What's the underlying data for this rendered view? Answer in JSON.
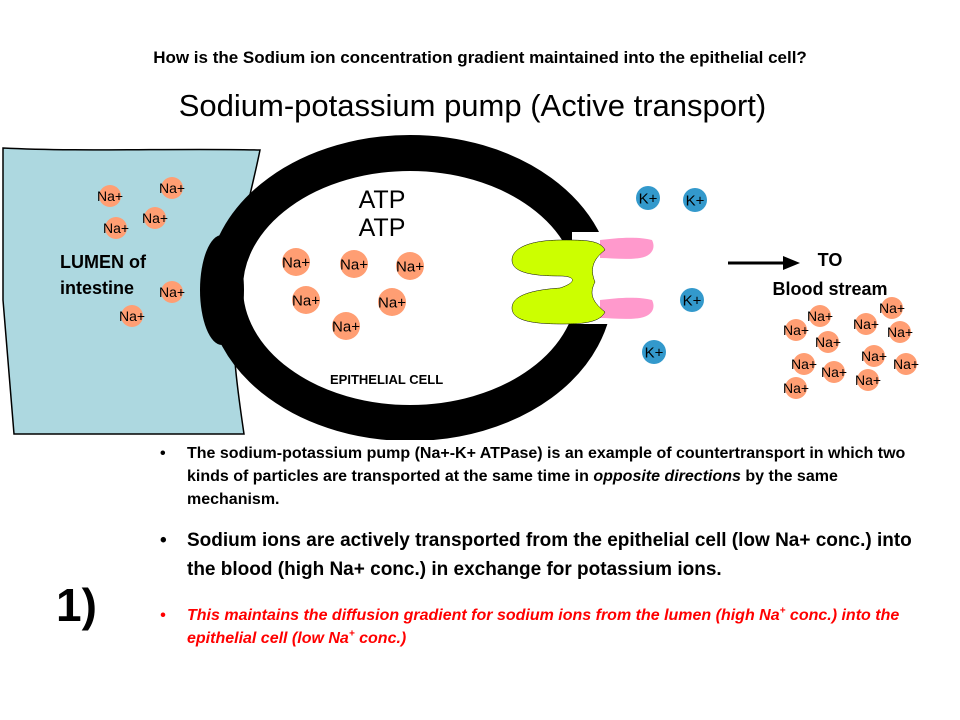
{
  "header": {
    "question": "How is the Sodium ion concentration gradient maintained into the epithelial cell?",
    "title": "Sodium-potassium pump (Active transport)"
  },
  "diagram": {
    "lumen_label_line1": "LUMEN of",
    "lumen_label_line2": "intestine",
    "cell_label": "EPITHELIAL CELL",
    "atp_1": "ATP",
    "atp_2": "ATP",
    "blood_label_line1": "TO",
    "blood_label_line2": "Blood stream",
    "na_label": "Na+",
    "k_label": "K+",
    "colors": {
      "lumen": "#add8e0",
      "membrane": "#000000",
      "sodium": "#ff9e73",
      "potassium": "#3399cc",
      "pump": "#ccff00",
      "pink": "#ff99cc"
    }
  },
  "text": {
    "bullet_1_part1": "The sodium-potassium pump (Na+-K+ ATPase) is an example of countertransport in which two kinds of particles are transported at the same time in ",
    "bullet_1_em": "opposite directions",
    "bullet_1_part2": " by the same mechanism.",
    "bullet_2": "Sodium ions are actively transported from the epithelial cell (low Na+ conc.) into the blood (high Na+ conc.) in exchange for potassium ions.",
    "bullet_3_part1": "This maintains the diffusion gradient for sodium ions from the lumen (high Na",
    "bullet_3_part2": " conc.) into the epithelial cell (low Na",
    "bullet_3_part3": " conc.)",
    "superscript_plus": "+",
    "bullet_symbol": "•",
    "step_number": "1)"
  }
}
